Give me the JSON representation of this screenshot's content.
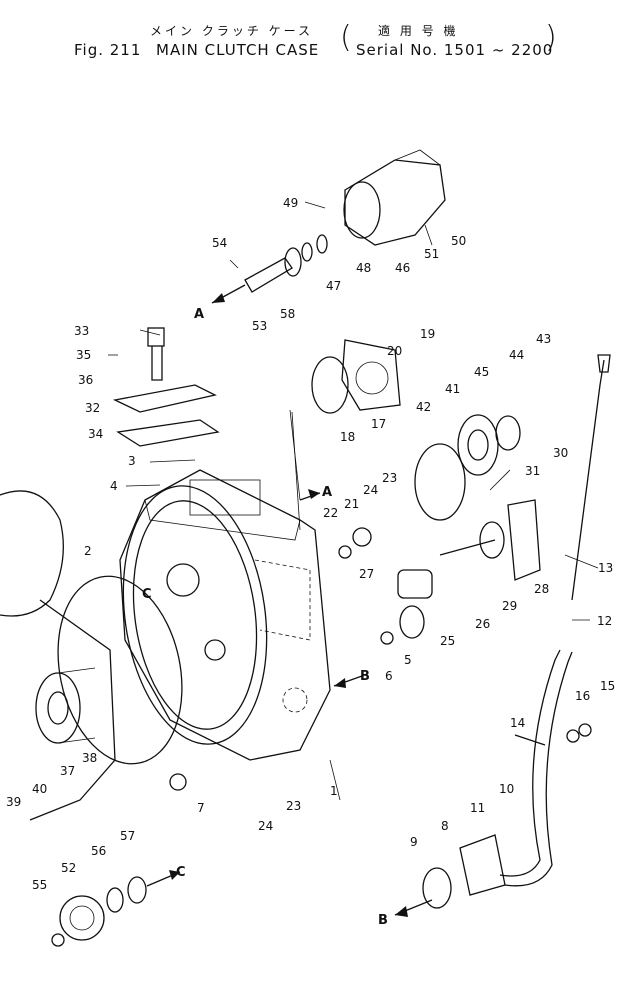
{
  "header": {
    "jp_title": "メイン クラッチ ケース",
    "jp_serial": "適 用 号 機",
    "fig": "Fig. 211",
    "title": "MAIN CLUTCH CASE",
    "serial": "Serial No. 1501 ~ 2200"
  },
  "ref_marks": {
    "a": "A",
    "b": "B",
    "c": "C"
  },
  "callouts": [
    "1",
    "2",
    "3",
    "4",
    "5",
    "6",
    "7",
    "8",
    "9",
    "10",
    "11",
    "12",
    "13",
    "14",
    "15",
    "16",
    "17",
    "18",
    "19",
    "20",
    "21",
    "22",
    "23",
    "23",
    "24",
    "24",
    "25",
    "26",
    "27",
    "28",
    "29",
    "30",
    "31",
    "32",
    "33",
    "34",
    "35",
    "36",
    "37",
    "38",
    "39",
    "40",
    "41",
    "42",
    "43",
    "44",
    "45",
    "46",
    "47",
    "48",
    "49",
    "50",
    "51",
    "52",
    "53",
    "54",
    "55",
    "56",
    "57",
    "58"
  ]
}
